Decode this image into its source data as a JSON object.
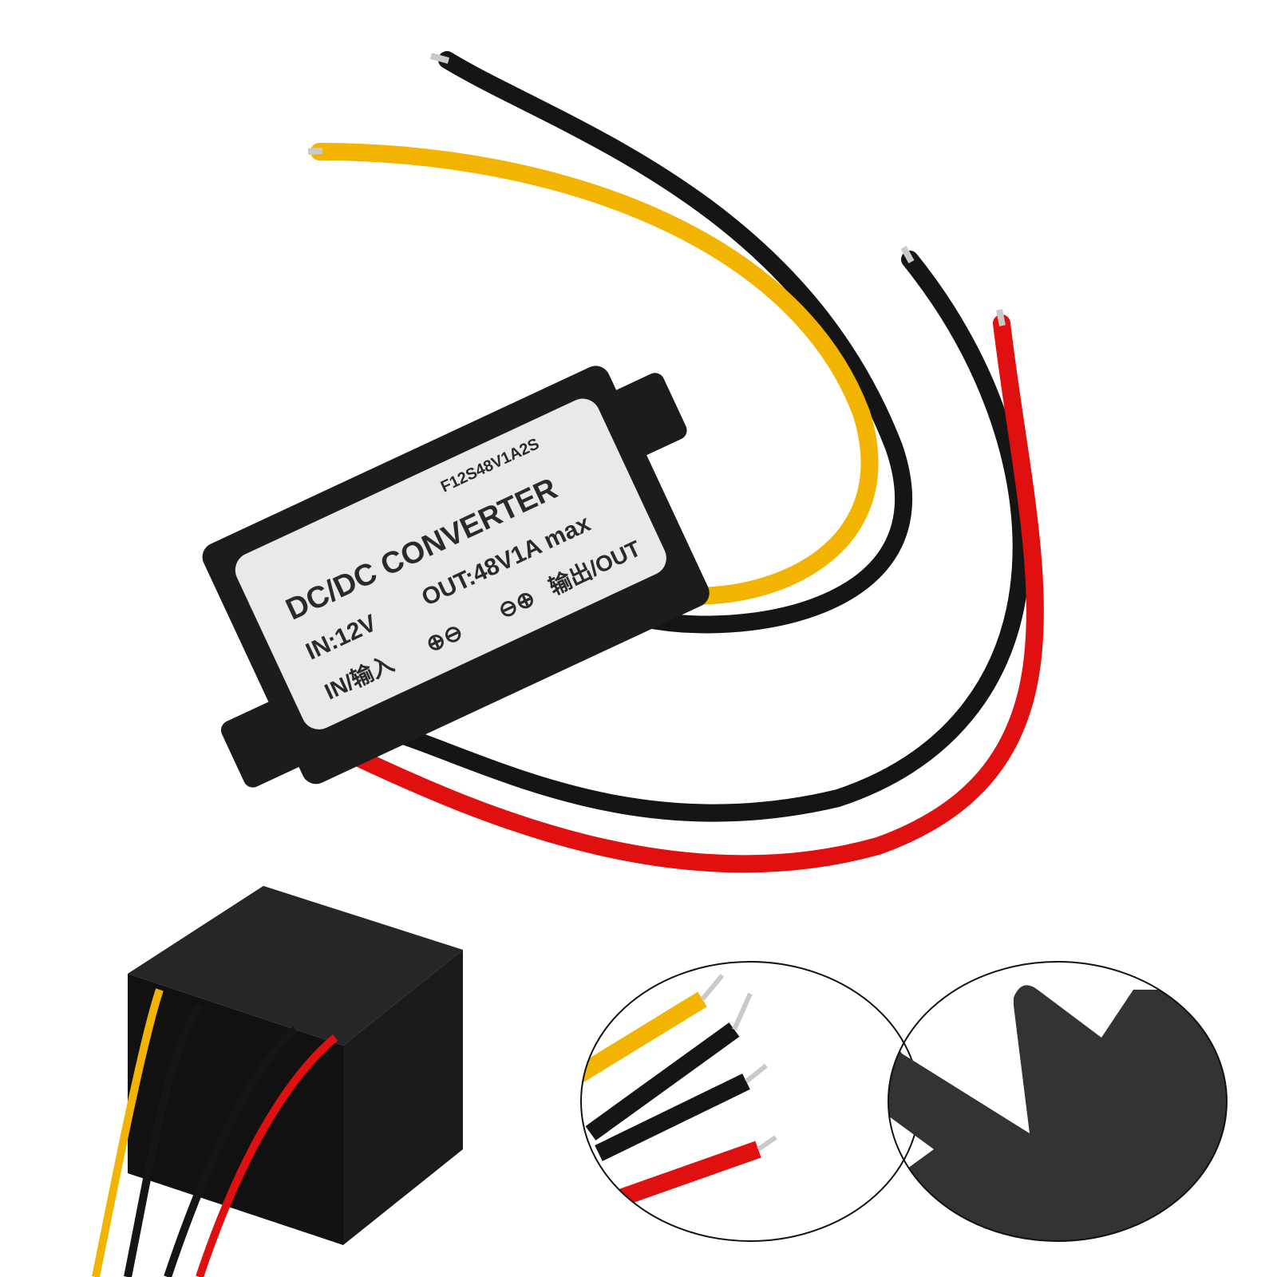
{
  "product": {
    "type": "DC/DC step-up converter module",
    "label": {
      "model": "F12S48V1A2S",
      "title": "DC/DC CONVERTER",
      "input_spec": "IN:12V",
      "output_spec": "OUT:48V1A max",
      "in_symbols": "⊕⊖",
      "out_symbols": "⊖⊕",
      "in_marking": "IN/输入",
      "out_marking": "输出/OUT"
    },
    "wires": [
      {
        "name": "output-positive",
        "color": "#f2b400"
      },
      {
        "name": "output-negative",
        "color": "#151515"
      },
      {
        "name": "input-negative",
        "color": "#151515"
      },
      {
        "name": "input-positive",
        "color": "#e01010"
      }
    ],
    "housing_color": "#1c1c1c",
    "label_color": "#e9e9e9"
  },
  "detail_views": [
    {
      "name": "wire-ends-closeup",
      "content": "stripped tinned wire ends: yellow, black, black, red"
    },
    {
      "name": "mounting-tab-closeup",
      "content": "slotted mounting ear of black housing"
    }
  ]
}
